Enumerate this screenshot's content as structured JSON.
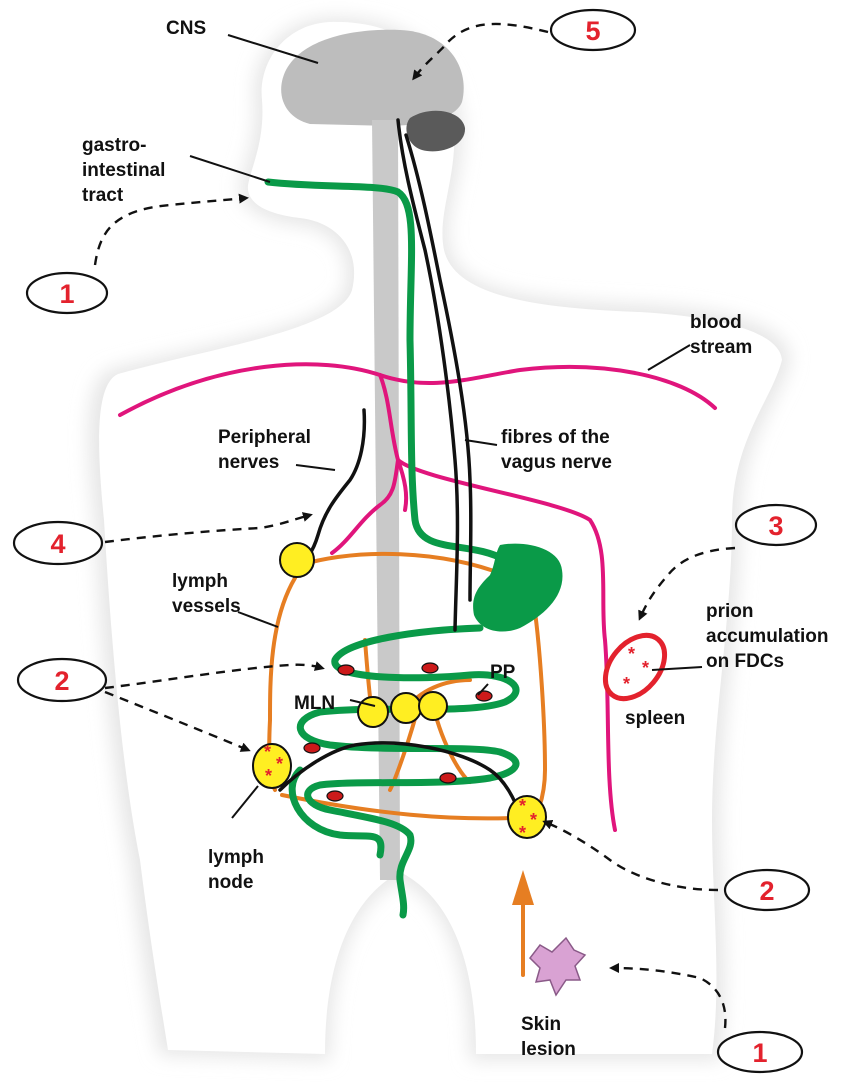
{
  "labels": {
    "cns": "CNS",
    "gi_line1": "gastro-",
    "gi_line2": "intestinal",
    "gi_line3": "tract",
    "blood_line1": "blood",
    "blood_line2": "stream",
    "peripheral_line1": "Peripheral",
    "peripheral_line2": "nerves",
    "vagus_line1": "fibres of the",
    "vagus_line2": "vagus nerve",
    "lymph_vessels_line1": "lymph",
    "lymph_vessels_line2": "vessels",
    "prion_line1": "prion",
    "prion_line2": "accumulation",
    "prion_line3": "on FDCs",
    "pp": "PP",
    "mln": "MLN",
    "spleen": "spleen",
    "lymph_node_line1": "lymph",
    "lymph_node_line2": "node",
    "skin_line1": "Skin",
    "skin_line2": "lesion"
  },
  "steps": {
    "step_5": "5",
    "step_1_top": "1",
    "step_4": "4",
    "step_3": "3",
    "step_2_left": "2",
    "step_2_right": "2",
    "step_1_bottom": "1"
  },
  "colors": {
    "body_outline": "#dcdcdc",
    "cns": "#bdbdbd",
    "cerebellum": "#5a5a5a",
    "gi_tract": "#0a9a48",
    "lymph": "#e67e22",
    "blood": "#e0157c",
    "lymph_node": "#ffee22",
    "peyers_patch": "#cc1a1a",
    "step_marker": "#e3222d",
    "skin_lesion": "#d9a2d3"
  }
}
